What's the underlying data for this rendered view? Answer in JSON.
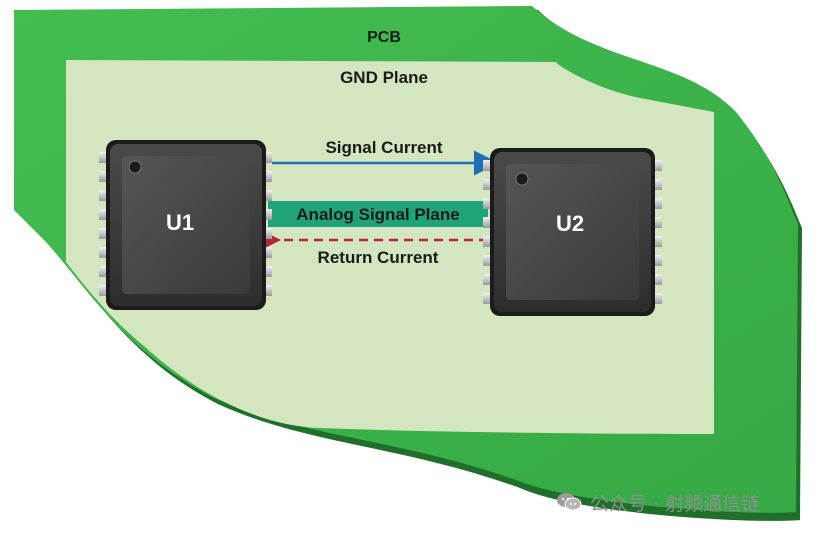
{
  "labels": {
    "pcb": "PCB",
    "gnd_plane": "GND Plane",
    "signal_current": "Signal Current",
    "analog_signal_plane": "Analog Signal Plane",
    "return_current": "Return Current",
    "u1": "U1",
    "u2": "U2"
  },
  "watermark": {
    "icon": "wechat-icon",
    "text": "公众号 · 射频通信链"
  },
  "colors": {
    "pcb_green": "#3cb54a",
    "pcb_edge": "#1f6f2a",
    "gnd_plane": "#d4e6c0",
    "analog_plane": "#1fa37a",
    "signal_arrow": "#1f6fb5",
    "return_arrow": "#b3243d",
    "chip_body": "#3c3c3c"
  }
}
